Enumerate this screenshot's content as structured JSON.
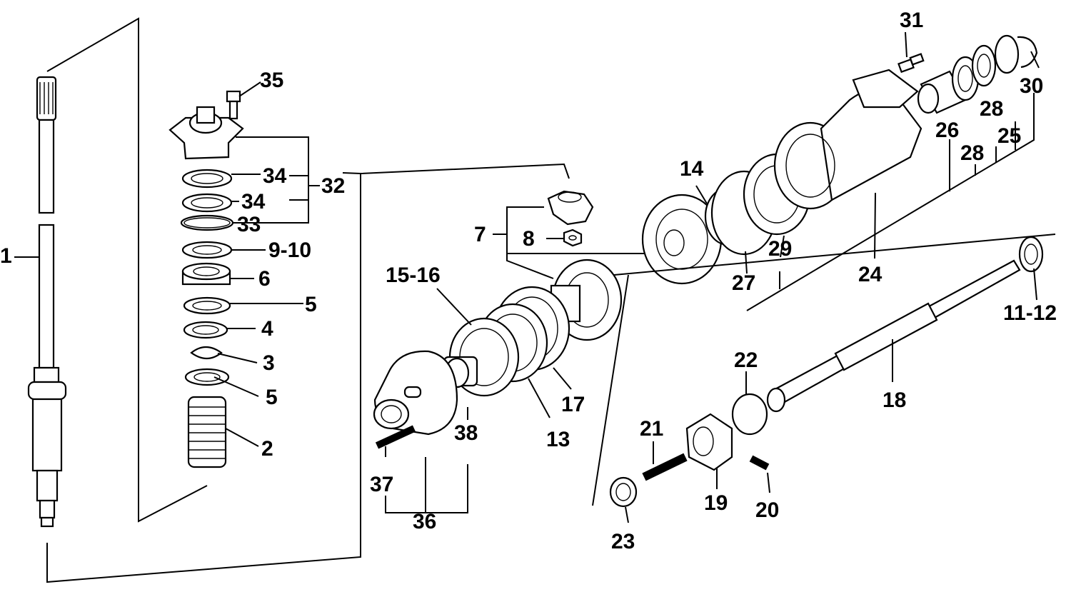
{
  "callouts": [
    {
      "id": "c1",
      "text": "1"
    },
    {
      "id": "c2",
      "text": "2"
    },
    {
      "id": "c3",
      "text": "3"
    },
    {
      "id": "c4",
      "text": "4"
    },
    {
      "id": "c5a",
      "text": "5"
    },
    {
      "id": "c5b",
      "text": "5"
    },
    {
      "id": "c6",
      "text": "6"
    },
    {
      "id": "c7",
      "text": "7"
    },
    {
      "id": "c8",
      "text": "8"
    },
    {
      "id": "c910",
      "text": "9-10"
    },
    {
      "id": "c1112",
      "text": "11-12"
    },
    {
      "id": "c13",
      "text": "13"
    },
    {
      "id": "c14",
      "text": "14"
    },
    {
      "id": "c1516",
      "text": "15-16"
    },
    {
      "id": "c17",
      "text": "17"
    },
    {
      "id": "c18",
      "text": "18"
    },
    {
      "id": "c19",
      "text": "19"
    },
    {
      "id": "c20",
      "text": "20"
    },
    {
      "id": "c21",
      "text": "21"
    },
    {
      "id": "c22",
      "text": "22"
    },
    {
      "id": "c23",
      "text": "23"
    },
    {
      "id": "c24",
      "text": "24"
    },
    {
      "id": "c25",
      "text": "25"
    },
    {
      "id": "c26",
      "text": "26"
    },
    {
      "id": "c27",
      "text": "27"
    },
    {
      "id": "c28a",
      "text": "28"
    },
    {
      "id": "c28b",
      "text": "28"
    },
    {
      "id": "c29",
      "text": "29"
    },
    {
      "id": "c30",
      "text": "30"
    },
    {
      "id": "c31",
      "text": "31"
    },
    {
      "id": "c32",
      "text": "32"
    },
    {
      "id": "c33",
      "text": "33"
    },
    {
      "id": "c34a",
      "text": "34"
    },
    {
      "id": "c34b",
      "text": "34"
    },
    {
      "id": "c35",
      "text": "35"
    },
    {
      "id": "c36",
      "text": "36"
    },
    {
      "id": "c37",
      "text": "37"
    },
    {
      "id": "c38",
      "text": "38"
    }
  ]
}
